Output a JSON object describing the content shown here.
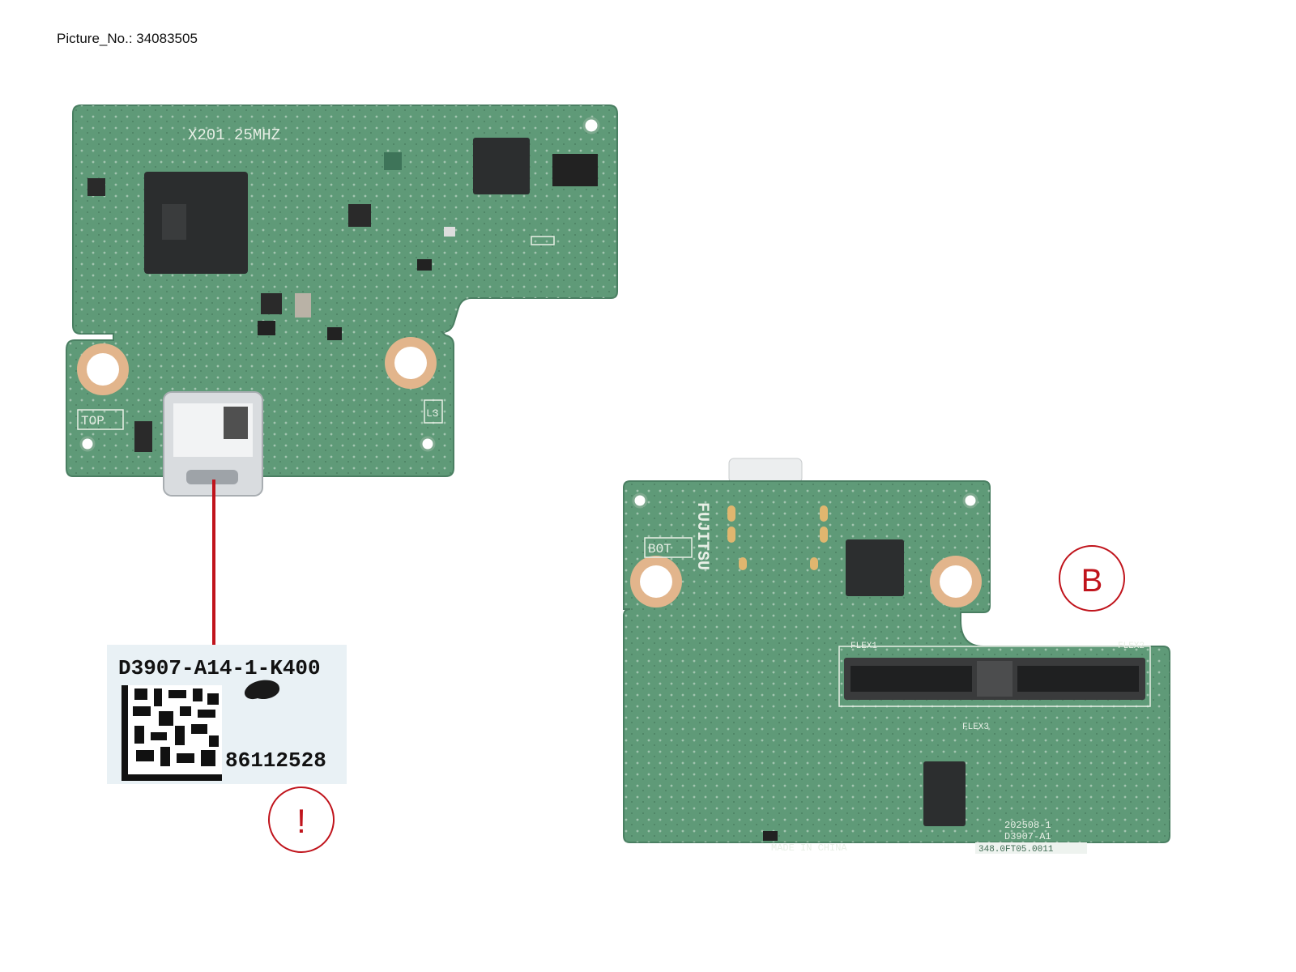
{
  "caption": "Picture_No.: 34083505",
  "board_top": {
    "crystal_label": "X201 25MHZ",
    "top_mark": "TOP",
    "side_mark": "L3"
  },
  "board_bottom": {
    "brand": "FUJITSU",
    "bot_mark": "BOT",
    "made_in": "MADE IN CHINA",
    "part_number": "D3907-A1",
    "date_code": "202508-1",
    "serial_mark": "348.0FT05.0011",
    "flex1": "FLEX1",
    "flex2": "FLEX2",
    "flex3": "FLEX3"
  },
  "part_label": {
    "part_number": "D3907-A14-1-K400",
    "serial": "86112528"
  },
  "markers": {
    "b_letter": "B",
    "exclaim": "!"
  },
  "colors": {
    "pcb_green": "#5f9a78",
    "marker_red": "#c0141c",
    "label_bg": "#e9f1f5"
  }
}
